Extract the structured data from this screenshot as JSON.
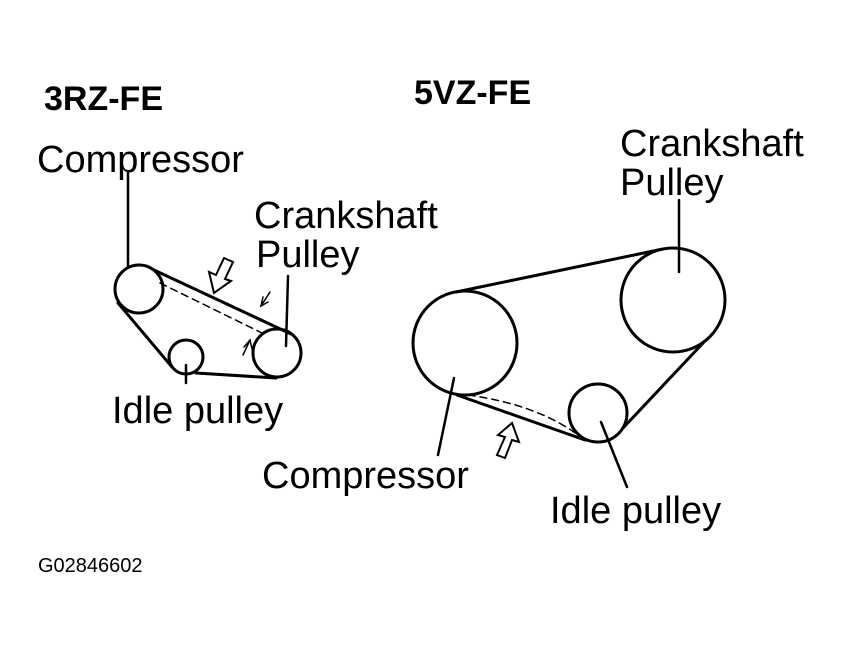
{
  "engines": [
    {
      "title": "3RZ-FE",
      "labels": {
        "compressor": "Compressor",
        "crankshaft_line1": "Crankshaft",
        "crankshaft_line2": "Pulley",
        "idle": "Idle pulley"
      }
    },
    {
      "title": "5VZ-FE",
      "labels": {
        "compressor": "Compressor",
        "crankshaft_line1": "Crankshaft",
        "crankshaft_line2": "Pulley",
        "idle": "Idle pulley"
      }
    }
  ],
  "figure_code": "G02846602",
  "colors": {
    "ink": "#000000",
    "background": "#ffffff"
  }
}
